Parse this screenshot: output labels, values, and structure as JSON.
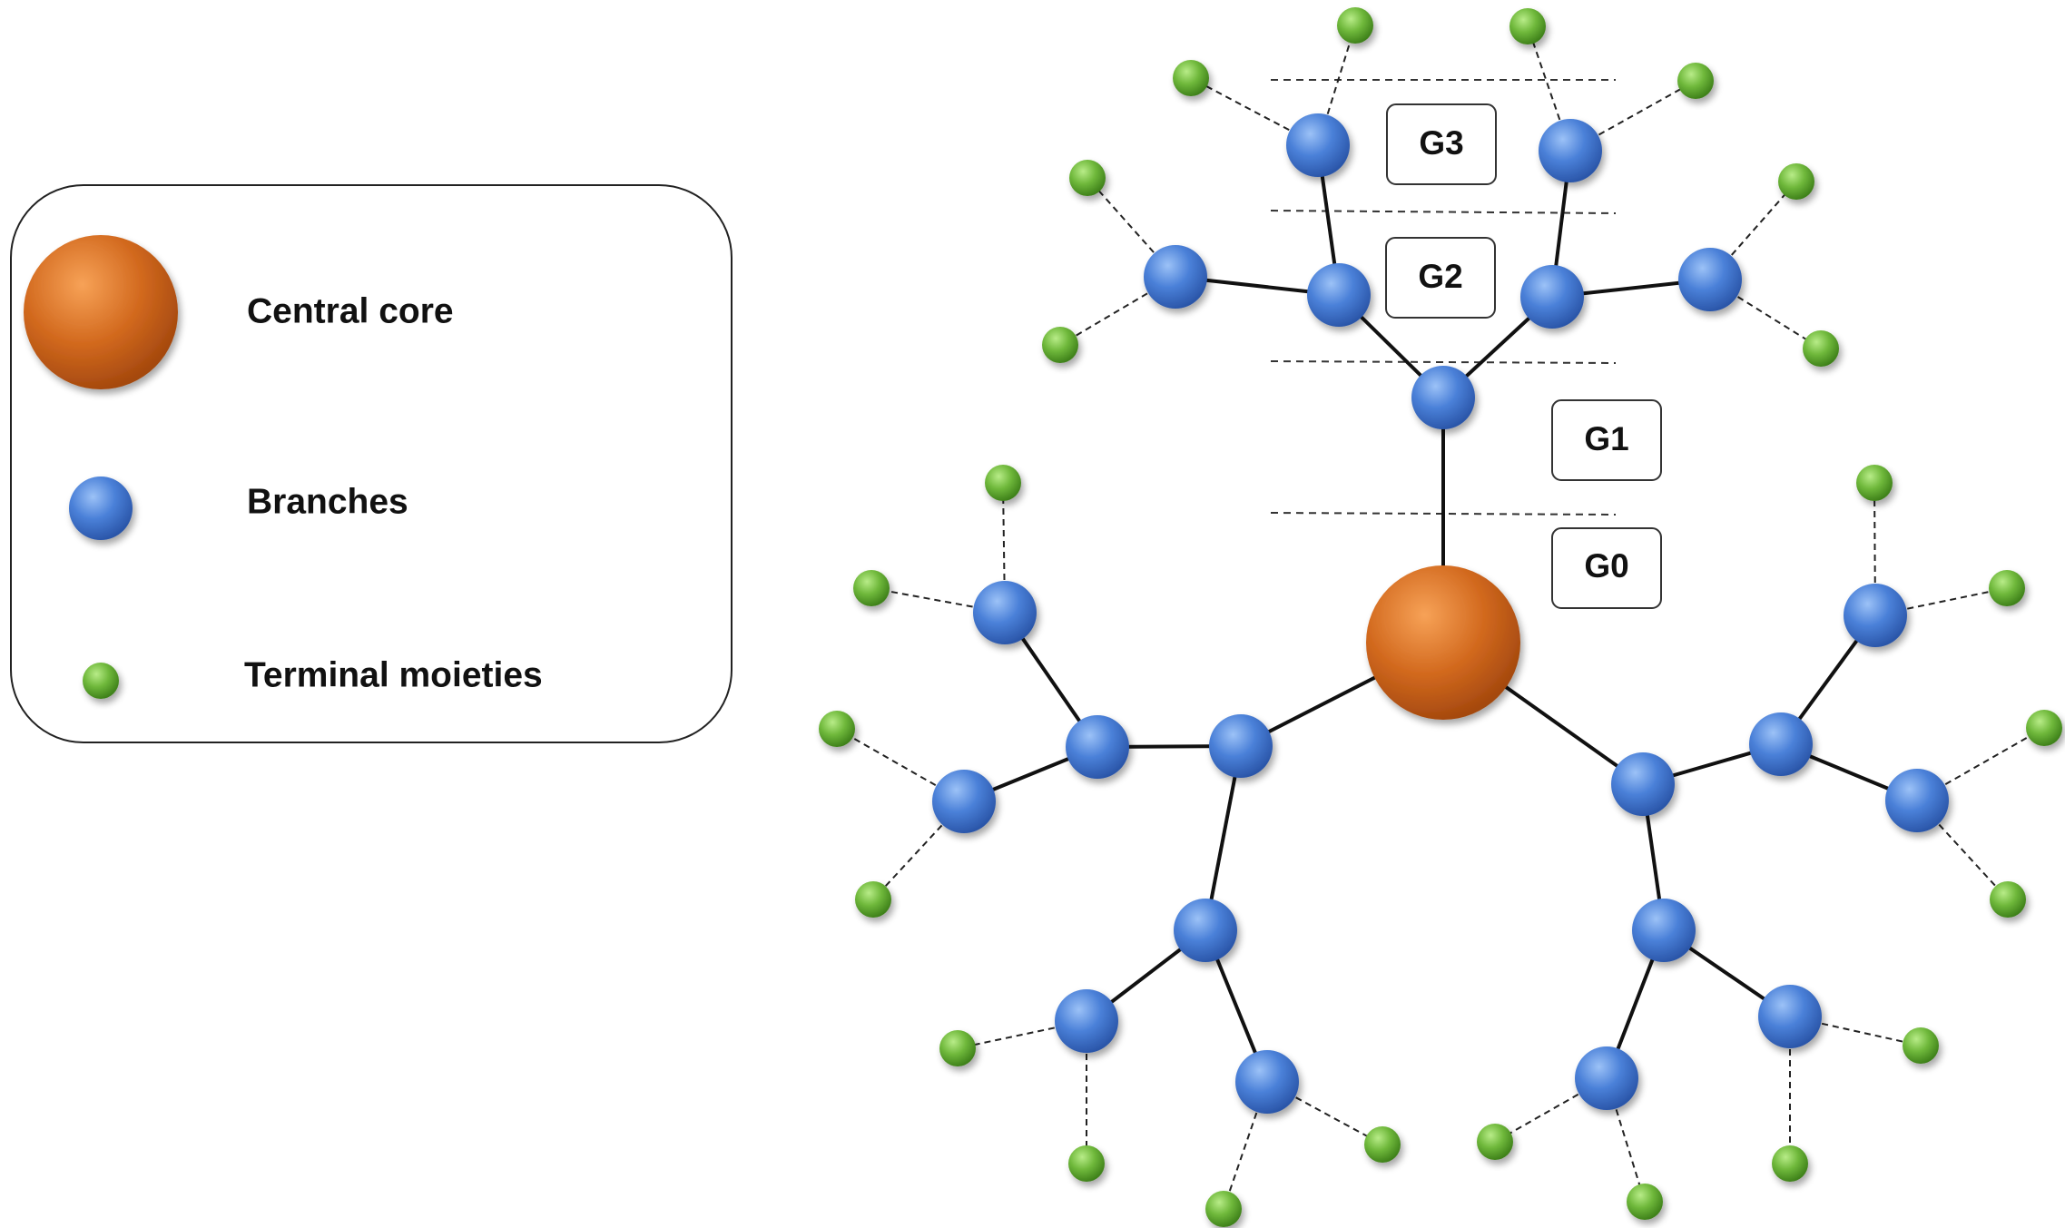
{
  "legend": {
    "core_label": "Central core",
    "branch_label": "Branches",
    "terminal_label": "Terminal moieties"
  },
  "generations": {
    "g3": "G3",
    "g2": "G2",
    "g1": "G1",
    "g0": "G0"
  },
  "colors": {
    "core": "#d2691e",
    "branch": "#4a80d8",
    "terminal": "#6fb83b",
    "bond": "#111111"
  }
}
